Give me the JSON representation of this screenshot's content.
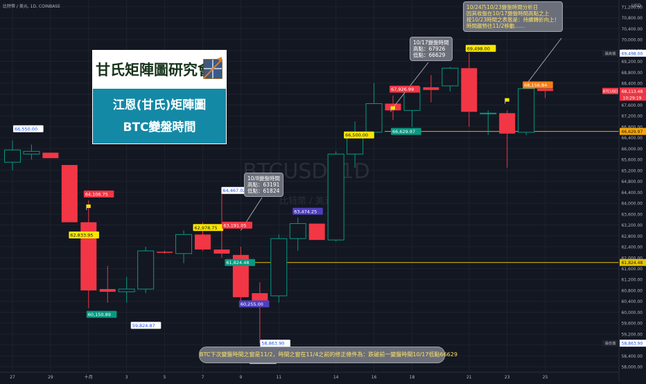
{
  "chart_data": {
    "type": "candlestick",
    "symbol_line": "比特幣 / 美元, 1D, COINBASE",
    "watermark": "BTCUSD, 1D",
    "watermark_sub": "比特幣 / 美元",
    "currency": "USD",
    "ylim": [
      57800,
      71450
    ],
    "x_ticks": [
      {
        "label": "27",
        "i": 0
      },
      {
        "label": "29",
        "i": 2
      },
      {
        "label": "十月",
        "i": 4
      },
      {
        "label": "3",
        "i": 6
      },
      {
        "label": "5",
        "i": 8
      },
      {
        "label": "7",
        "i": 10
      },
      {
        "label": "9",
        "i": 12
      },
      {
        "label": "11",
        "i": 14
      },
      {
        "label": "14",
        "i": 17
      },
      {
        "label": "16",
        "i": 19
      },
      {
        "label": "18",
        "i": 21
      },
      {
        "label": "21",
        "i": 24
      },
      {
        "label": "23",
        "i": 26
      },
      {
        "label": "25",
        "i": 28
      }
    ],
    "y_ticks": [
      58000,
      58400,
      58800,
      59200,
      59600,
      60000,
      60400,
      60800,
      61200,
      61600,
      62000,
      62400,
      62800,
      63200,
      63600,
      64000,
      64400,
      64800,
      65200,
      65600,
      66000,
      66400,
      66800,
      67200,
      67600,
      68000,
      68400,
      68800,
      69200,
      69600,
      70000,
      70400,
      70800,
      71200
    ],
    "candles": [
      {
        "o": 65500,
        "h": 66300,
        "l": 65200,
        "c": 65950
      },
      {
        "o": 65800,
        "h": 66150,
        "l": 65600,
        "c": 65900
      },
      {
        "o": 65850,
        "h": 65850,
        "l": 65650,
        "c": 65650
      },
      {
        "o": 65400,
        "h": 65400,
        "l": 63300,
        "c": 63300
      },
      {
        "o": 63300,
        "h": 64100,
        "l": 60150,
        "c": 60800
      },
      {
        "o": 60850,
        "h": 61700,
        "l": 60350,
        "c": 60750
      },
      {
        "o": 60750,
        "h": 61300,
        "l": 60350,
        "c": 60850
      },
      {
        "o": 60850,
        "h": 62400,
        "l": 60700,
        "c": 62250
      },
      {
        "o": 62220,
        "h": 62260,
        "l": 62150,
        "c": 62180
      },
      {
        "o": 62150,
        "h": 63000,
        "l": 61800,
        "c": 62850
      },
      {
        "o": 62850,
        "h": 63300,
        "l": 62250,
        "c": 62300
      },
      {
        "o": 62300,
        "h": 64467,
        "l": 62000,
        "c": 62150
      },
      {
        "o": 62100,
        "h": 62400,
        "l": 60260,
        "c": 60550
      },
      {
        "o": 60700,
        "h": 61100,
        "l": 58864,
        "c": 60350
      },
      {
        "o": 60600,
        "h": 62850,
        "l": 60350,
        "c": 62700
      },
      {
        "o": 62700,
        "h": 63470,
        "l": 62250,
        "c": 63250
      },
      {
        "o": 63250,
        "h": 63250,
        "l": 62650,
        "c": 62650
      },
      {
        "o": 62650,
        "h": 65900,
        "l": 62600,
        "c": 65800
      },
      {
        "o": 65800,
        "h": 67000,
        "l": 65300,
        "c": 66600
      },
      {
        "o": 66600,
        "h": 68400,
        "l": 66400,
        "c": 67650
      },
      {
        "o": 67650,
        "h": 67950,
        "l": 67050,
        "c": 67400
      },
      {
        "o": 67400,
        "h": 68100,
        "l": 66800,
        "c": 68250
      },
      {
        "o": 68250,
        "h": 68700,
        "l": 67700,
        "c": 68150
      },
      {
        "o": 68300,
        "h": 69000,
        "l": 68100,
        "c": 68950
      },
      {
        "o": 68950,
        "h": 69500,
        "l": 66800,
        "c": 67350
      },
      {
        "o": 67300,
        "h": 67400,
        "l": 66500,
        "c": 67300
      },
      {
        "o": 67300,
        "h": 67400,
        "l": 65300,
        "c": 66550
      },
      {
        "o": 66600,
        "h": 68100,
        "l": 66500,
        "c": 68200
      },
      {
        "o": 68200,
        "h": 68260,
        "l": 67850,
        "c": 68113
      }
    ],
    "price_labels": [
      {
        "text": "66,550.00",
        "price": 66550,
        "i": 0,
        "bg": "#ffffff",
        "fg": "#1e53e5",
        "dy": -7,
        "dx": 1
      },
      {
        "text": "64,106.75",
        "price": 64106,
        "i": 4,
        "bg": "#f23645",
        "fg": "#ffffff",
        "dy": -9,
        "dx": -7
      },
      {
        "text": "62,833.95",
        "price": 62834,
        "i": 3,
        "bg": "#f7e600",
        "fg": "#131722",
        "dy": 0,
        "dx": -1
      },
      {
        "text": "60,150.89",
        "price": 60150,
        "i": 4,
        "bg": "#089981",
        "fg": "#ffffff",
        "dy": 9,
        "dx": -3
      },
      {
        "text": "59,824.87",
        "price": 59825,
        "i": 6,
        "bg": "#ffffff",
        "fg": "#1e53e5",
        "dy": 12,
        "dx": 6
      },
      {
        "text": "62,978.75",
        "price": 62979,
        "i": 10,
        "bg": "#f7e600",
        "fg": "#131722",
        "dy": -5,
        "dx": -14
      },
      {
        "text": "64,467.02",
        "price": 64467,
        "i": 12,
        "bg": "#ffffff",
        "fg": "#1e53e5",
        "dy": 0,
        "dx": -28
      },
      {
        "text": "63,191.05",
        "price": 63191,
        "i": 12,
        "bg": "#f23645",
        "fg": "#ffffff",
        "dy": 0,
        "dx": -27
      },
      {
        "text": "61,824.48",
        "price": 61824,
        "i": 12,
        "bg": "#089981",
        "fg": "#ffffff",
        "dy": 0,
        "dx": -23
      },
      {
        "text": "60,255.00",
        "price": 60255,
        "i": 13,
        "bg": "#4e3fbd",
        "fg": "#ffffff",
        "dy": -2,
        "dx": -30
      },
      {
        "text": "58,863.90",
        "price": 58864,
        "i": 14,
        "bg": "#ffffff",
        "fg": "#1e53e5",
        "dy": 0,
        "dx": -27
      },
      {
        "text": "63,474.25",
        "price": 63474,
        "i": 16,
        "bg": "#4e3fbd",
        "fg": "#ffffff",
        "dy": -9,
        "dx": -35
      },
      {
        "text": "66,500.00",
        "price": 66500,
        "i": 18,
        "bg": "#f7e600",
        "fg": "#131722",
        "dy": 0,
        "dx": -16
      },
      {
        "text": "67,926.99",
        "price": 67927,
        "i": 20,
        "bg": "#f23645",
        "fg": "#ffffff",
        "dy": -10,
        "dx": -5
      },
      {
        "text": "66,629.97",
        "price": 66630,
        "i": 20,
        "bg": "#089981",
        "fg": "#ffffff",
        "dy": 0,
        "dx": -3
      },
      {
        "text": "69,498.00",
        "price": 69498,
        "i": 24,
        "bg": "#f7e600",
        "fg": "#131722",
        "dy": -7,
        "dx": -5
      },
      {
        "text": "68,156.84",
        "price": 68157,
        "i": 27,
        "bg": "#f57f17",
        "fg": "#ffffff",
        "dy": -7,
        "dx": -5
      },
      {
        "text": "58863.90",
        "price": 58864,
        "i": 13,
        "bg": "#b2b5be",
        "fg": "#131722",
        "dy": 25,
        "dx": -15
      }
    ],
    "flags": [
      {
        "i": 4,
        "price": 63950
      },
      {
        "i": 20,
        "price": 67550
      },
      {
        "i": 26,
        "price": 67850
      }
    ],
    "hlines": [
      {
        "price": 66630,
        "color": "#f7a600",
        "from_i": 20
      },
      {
        "price": 61824,
        "color": "#e5c600",
        "from_i": 12
      }
    ],
    "axis_markers": [
      {
        "text": "69,498.00",
        "price": 69498,
        "bg": "#ffffff",
        "fg": "#1e53e5",
        "tag": "最高價"
      },
      {
        "text": "68,113.48",
        "price": 68113,
        "bg": "#f23645",
        "fg": "#ffffff",
        "tag": "BTCUSD",
        "sub": "10:29:19"
      },
      {
        "text": "66,629.97",
        "price": 66630,
        "bg": "#f7a600",
        "fg": "#131722"
      },
      {
        "text": "61,824.48",
        "price": 61824,
        "bg": "#e5c600",
        "fg": "#131722"
      },
      {
        "text": "58,863.90",
        "price": 58864,
        "bg": "#ffffff",
        "fg": "#1e53e5",
        "tag": "最低價"
      }
    ],
    "callouts": [
      {
        "lines": [
          "10/8變盤時間",
          "高點：63191",
          "低點：61824"
        ],
        "target_i": 12,
        "target_price": 63000
      },
      {
        "lines": [
          "10/17變盤時間",
          "高點：67926",
          "低點：66629"
        ],
        "target_i": 20,
        "target_price": 67500
      },
      {
        "lines": [
          "10/24乃10/23變盤時間分析日",
          "因其收盤在10/17變盤時間高點之上",
          "按10/23時間之表態是：持續轉折向上！",
          "時間趨勢往11/2移動……"
        ],
        "target_i": 27,
        "target_price": 68350
      }
    ]
  },
  "logo": {
    "name": "甘氏矩陣圖研究會",
    "sub1": "江恩(甘氏)矩陣圖",
    "sub2": "BTC變盤時間"
  },
  "bottom_note": "BTC下次變盤時間之窗是11/2，時間之窗在11/4之前的修正條件為：跌破前一變盤時間10/17低點66629",
  "colors": {
    "up": "#089981",
    "down": "#f23645",
    "background": "#131722",
    "grid": "#1e222d",
    "axis_text": "#b2b5be"
  }
}
